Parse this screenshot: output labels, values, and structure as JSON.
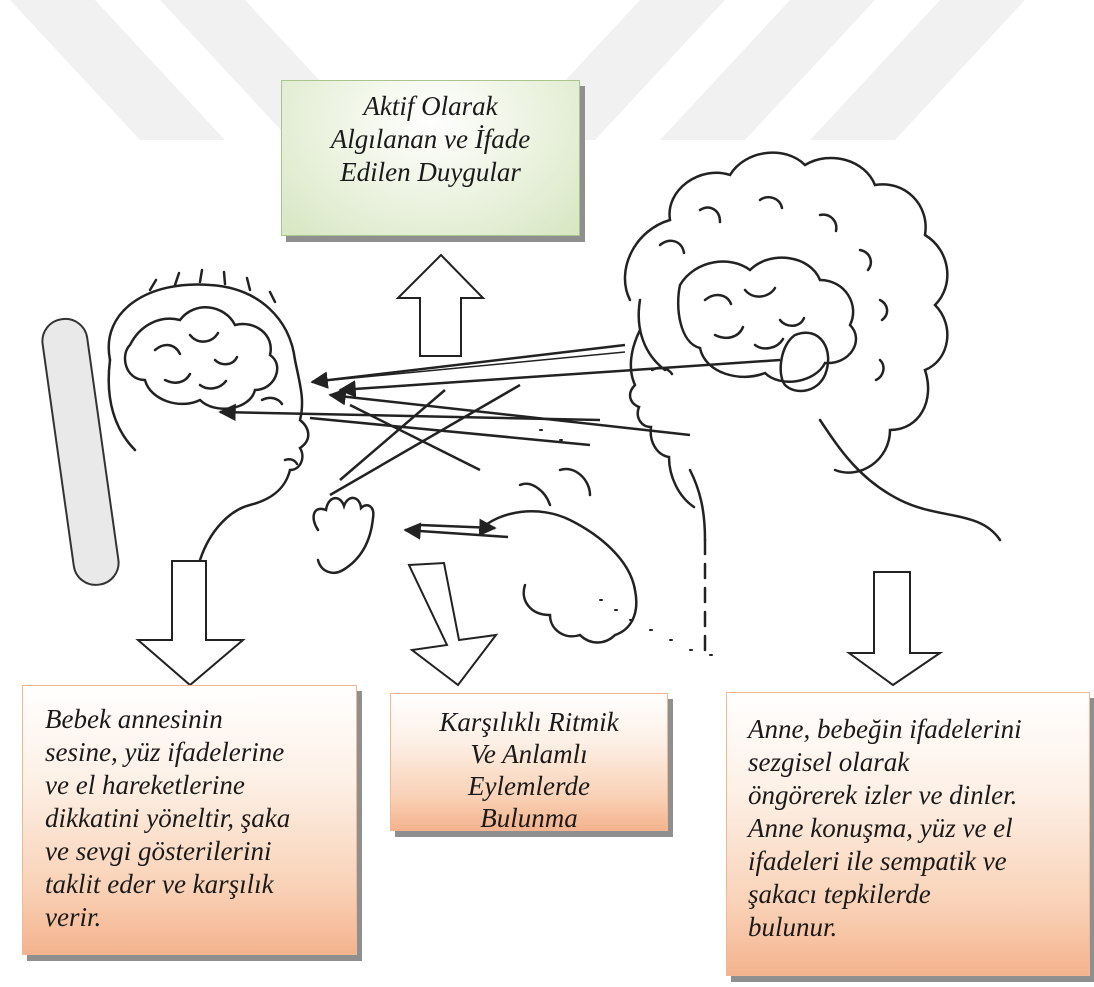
{
  "top_box": {
    "lines": [
      "Aktif Olarak",
      "Algılanan ve İfade",
      "Edilen Duygular"
    ]
  },
  "bottom_left_box": {
    "lines": [
      "Bebek annesinin",
      "sesine, yüz ifadelerine",
      "ve el hareketlerine",
      "dikkatini yöneltir, şaka",
      "ve sevgi gösterilerini",
      "taklit eder ve karşılık",
      "verir."
    ]
  },
  "bottom_middle_box": {
    "lines": [
      "Karşılıklı Ritmik",
      "Ve Anlamlı",
      "Eylemlerde",
      "Bulunma"
    ]
  },
  "bottom_right_box": {
    "lines": [
      "Anne, bebeğin ifadelerini",
      "sezgisel olarak",
      "öngörerek izler ve dinler.",
      "Anne konuşma, yüz ve el",
      "ifadeleri ile sempatik ve",
      "şakacı tepkilerde",
      "bulunur."
    ]
  },
  "colors": {
    "green_box": "#d7e6c2",
    "orange_box": "#f4b38e",
    "sketch": "#222222"
  },
  "icons": [
    "baby-figure-illustration",
    "mother-figure-illustration",
    "interaction-arrows",
    "up-block-arrow",
    "down-block-arrow"
  ]
}
